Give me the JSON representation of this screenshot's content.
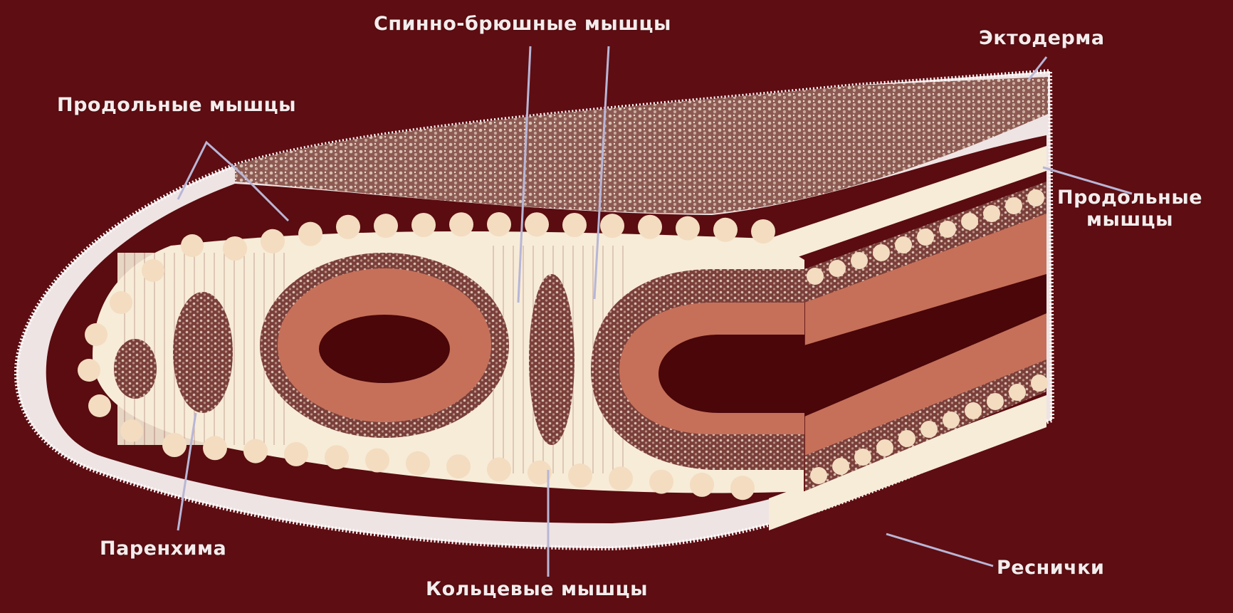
{
  "colors": {
    "background": "#5e0d12",
    "ectoderm": "#f2e6e6",
    "speckle": "#a07870",
    "muscle_dots": "#f3dcc0",
    "parenchyma": "#f7ecd8",
    "gut_wall": "#c6705a",
    "dark_lumen": "#4a0608",
    "leader_lines": "#b8b6d6"
  },
  "labels": {
    "dorsoventral_muscles": "Спинно-брюшные мышцы",
    "ectoderm": "Эктодерма",
    "longitudinal_muscles_left": "Продольные мышцы",
    "longitudinal_muscles_right_line1": "Продольные",
    "longitudinal_muscles_right_line2": "мышцы",
    "parenchyma": "Паренхима",
    "circular_muscles": "Кольцевые мышцы",
    "cilia": "Реснички"
  }
}
